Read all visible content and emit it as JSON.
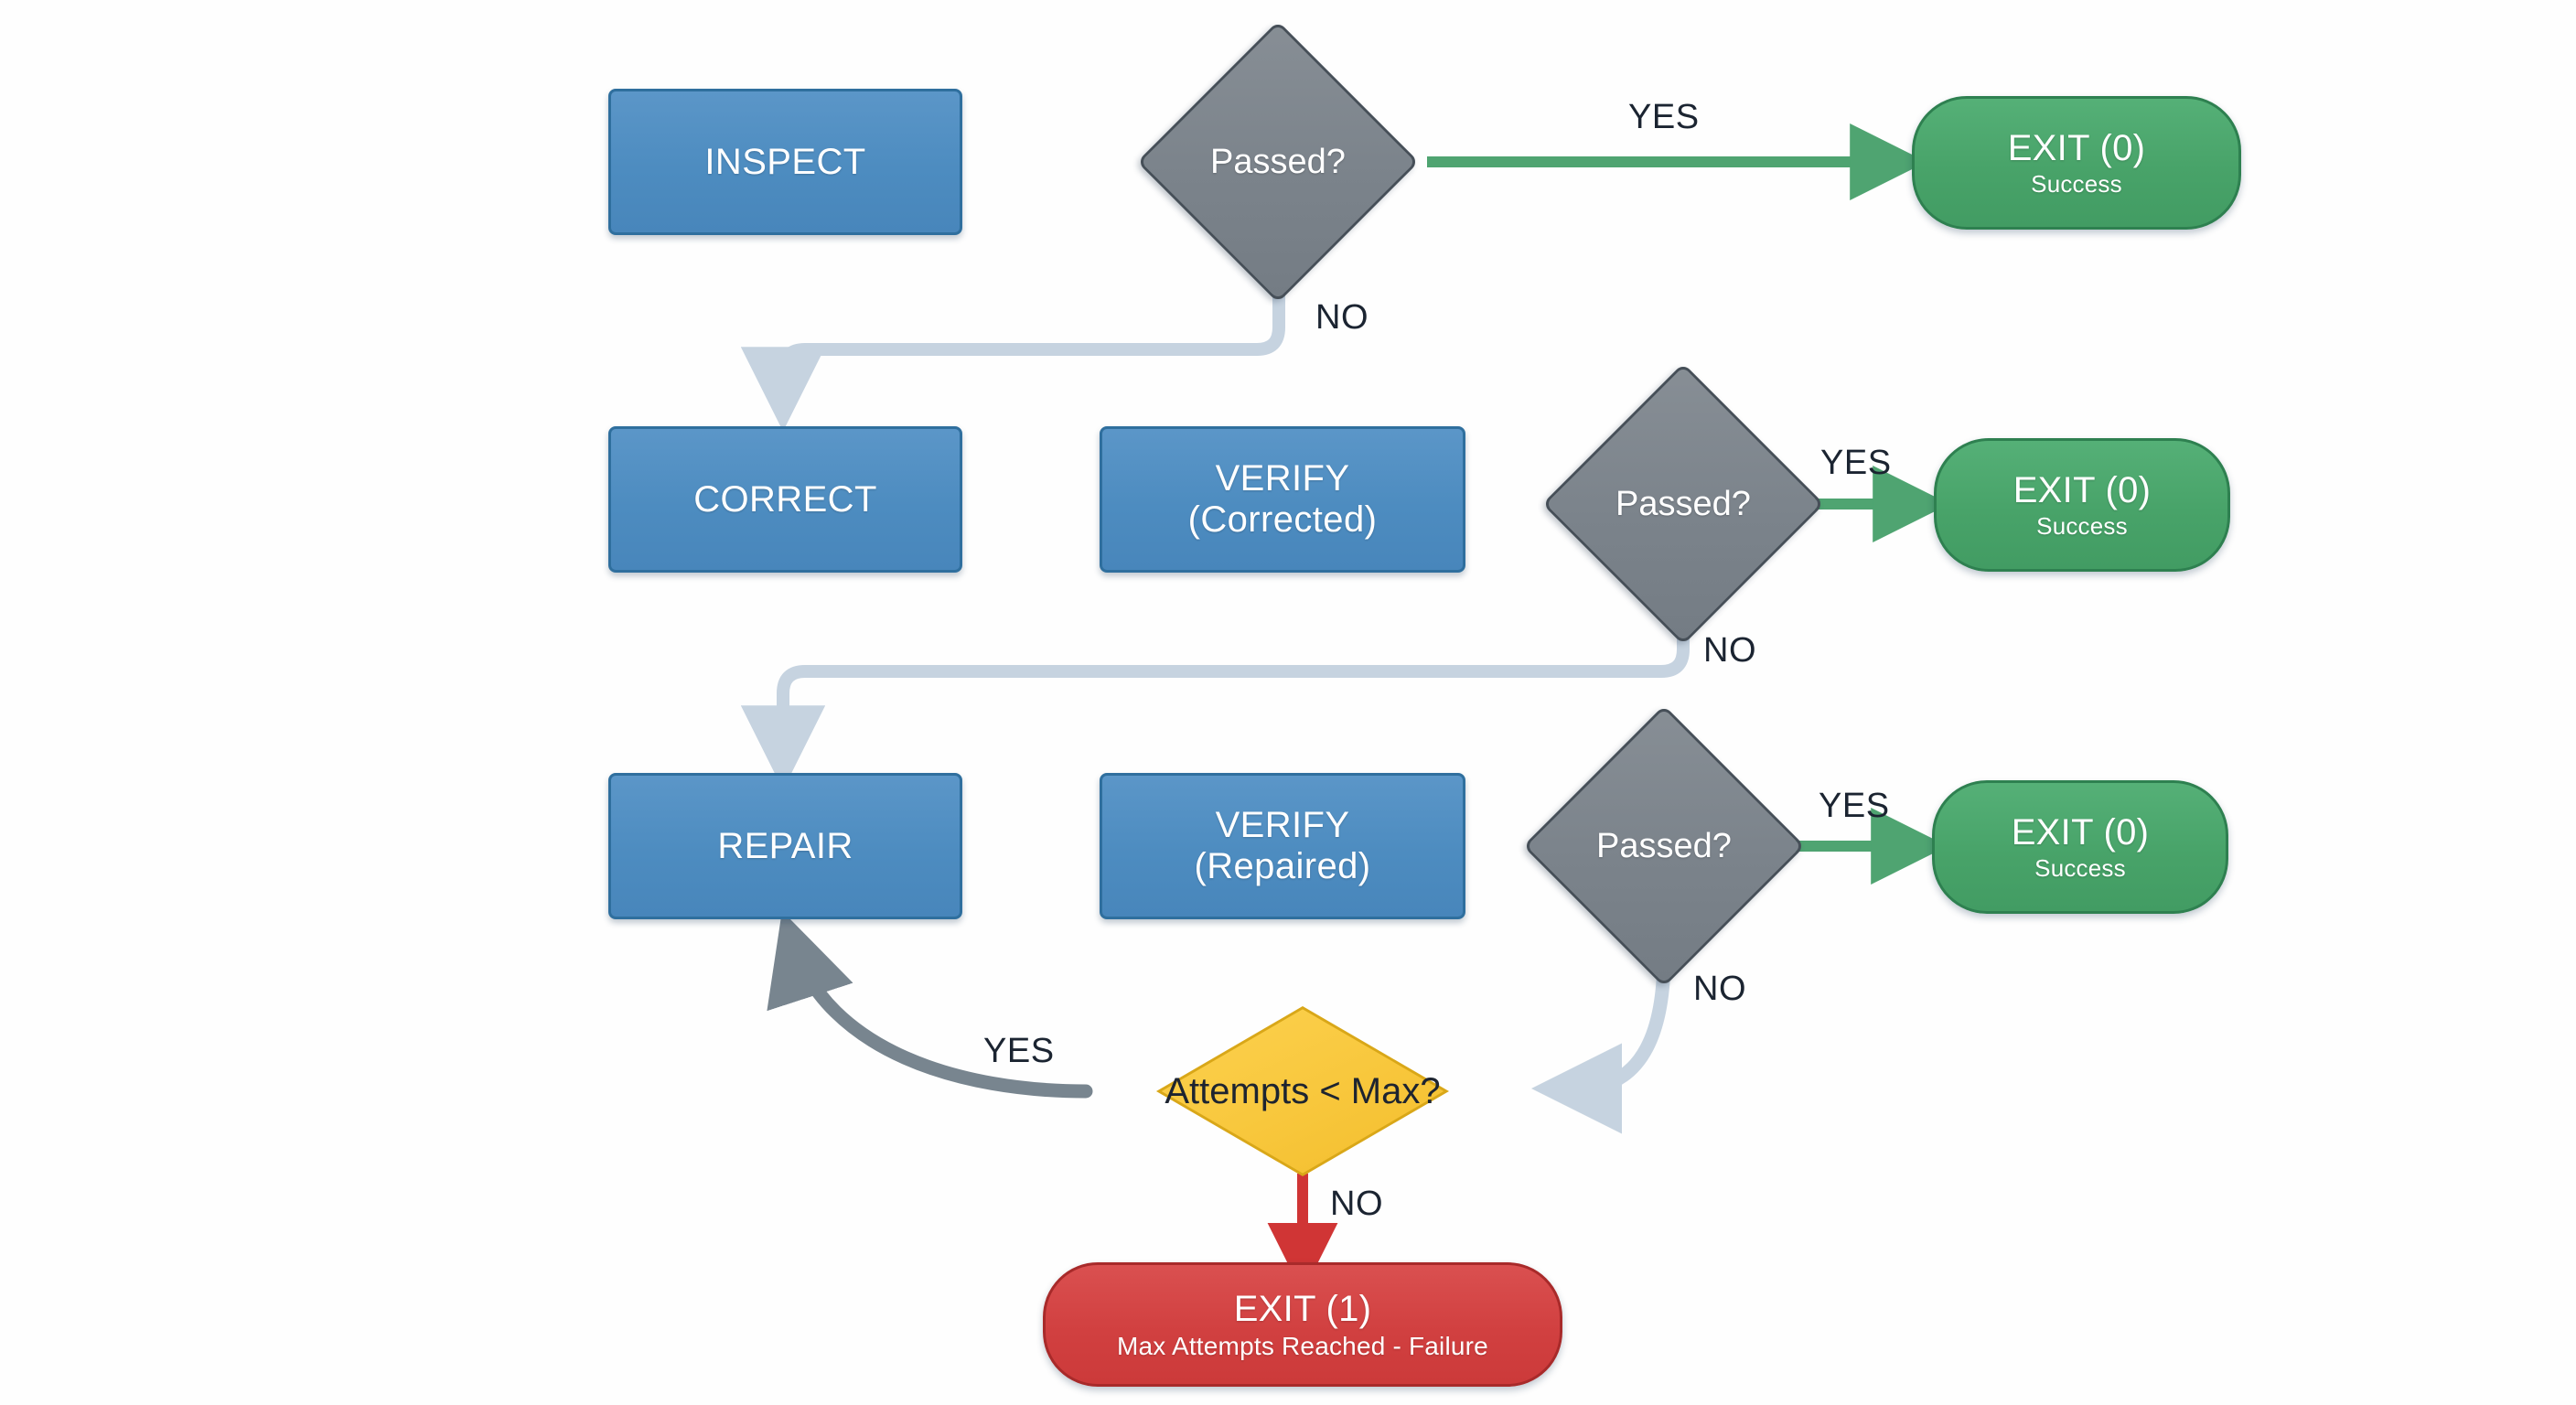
{
  "diagram": {
    "title": "Inspect / Correct / Repair retry flowchart",
    "background": "#fefefe",
    "palette": {
      "process_fill": "#4d8cc0",
      "process_border": "#2f6f9e",
      "decision_fill": "#7b838b",
      "decision_border": "#464f58",
      "retry_decision_fill": "#f8c73c",
      "retry_decision_border": "#d9a718",
      "success_fill": "#48a369",
      "success_border": "#2e8050",
      "failure_fill": "#d14040",
      "failure_border": "#a82a2a",
      "yes_edge_success": "#4fa471",
      "no_edge_soft": "#c6d3e0",
      "retry_edge_gray": "#78858f",
      "fail_edge_red": "#d03535",
      "flow_edge_blue": "#4a86bd",
      "label_text": "#1b2431"
    }
  },
  "nodes": {
    "inspect": {
      "label": "INSPECT",
      "type": "process"
    },
    "decision1": {
      "label": "Passed?",
      "type": "decision"
    },
    "exit_success_1": {
      "label": "EXIT (0)",
      "sublabel": "Success",
      "type": "terminator-success"
    },
    "correct": {
      "label": "CORRECT",
      "type": "process"
    },
    "verify_corrected": {
      "label_line1": "VERIFY",
      "label_line2": "(Corrected)",
      "type": "process"
    },
    "decision2": {
      "label": "Passed?",
      "type": "decision"
    },
    "exit_success_2": {
      "label": "EXIT (0)",
      "sublabel": "Success",
      "type": "terminator-success"
    },
    "repair": {
      "label": "REPAIR",
      "type": "process"
    },
    "verify_repaired": {
      "label_line1": "VERIFY",
      "label_line2": "(Repaired)",
      "type": "process"
    },
    "decision3": {
      "label": "Passed?",
      "type": "decision"
    },
    "exit_success_3": {
      "label": "EXIT (0)",
      "sublabel": "Success",
      "type": "terminator-success"
    },
    "attempts": {
      "label": "Attempts < Max?",
      "type": "decision-retry"
    },
    "exit_failure": {
      "label": "EXIT (1)",
      "sublabel": "Max Attempts Reached - Failure",
      "type": "terminator-failure"
    }
  },
  "edge_labels": {
    "yes1": "YES",
    "no1": "NO",
    "yes2": "YES",
    "no2": "NO",
    "yes3": "YES",
    "no3": "NO",
    "yes_retry": "YES",
    "no_retry": "NO"
  },
  "chart_data": {
    "type": "diagram",
    "title": "Inspect / Correct / Repair retry flowchart",
    "nodes": [
      {
        "id": "inspect",
        "label": "INSPECT",
        "shape": "rect",
        "color": "#4d8cc0"
      },
      {
        "id": "decision1",
        "label": "Passed?",
        "shape": "diamond",
        "color": "#7b838b"
      },
      {
        "id": "exit_success_1",
        "label": "EXIT (0) Success",
        "shape": "stadium",
        "color": "#48a369"
      },
      {
        "id": "correct",
        "label": "CORRECT",
        "shape": "rect",
        "color": "#4d8cc0"
      },
      {
        "id": "verify_corrected",
        "label": "VERIFY (Corrected)",
        "shape": "rect",
        "color": "#4d8cc0"
      },
      {
        "id": "decision2",
        "label": "Passed?",
        "shape": "diamond",
        "color": "#7b838b"
      },
      {
        "id": "exit_success_2",
        "label": "EXIT (0) Success",
        "shape": "stadium",
        "color": "#48a369"
      },
      {
        "id": "repair",
        "label": "REPAIR",
        "shape": "rect",
        "color": "#4d8cc0"
      },
      {
        "id": "verify_repaired",
        "label": "VERIFY (Repaired)",
        "shape": "rect",
        "color": "#4d8cc0"
      },
      {
        "id": "decision3",
        "label": "Passed?",
        "shape": "diamond",
        "color": "#7b838b"
      },
      {
        "id": "exit_success_3",
        "label": "EXIT (0) Success",
        "shape": "stadium",
        "color": "#48a369"
      },
      {
        "id": "attempts",
        "label": "Attempts < Max?",
        "shape": "diamond",
        "color": "#f8c73c"
      },
      {
        "id": "exit_failure",
        "label": "EXIT (1) Max Attempts Reached - Failure",
        "shape": "stadium",
        "color": "#d14040"
      }
    ],
    "edges": [
      {
        "from": "inspect",
        "to": "decision1",
        "label": "",
        "color": "#4a86bd"
      },
      {
        "from": "decision1",
        "to": "exit_success_1",
        "label": "YES",
        "color": "#4fa471"
      },
      {
        "from": "decision1",
        "to": "correct",
        "label": "NO",
        "color": "#c6d3e0"
      },
      {
        "from": "correct",
        "to": "verify_corrected",
        "label": "",
        "color": "#4a86bd"
      },
      {
        "from": "verify_corrected",
        "to": "decision2",
        "label": "",
        "color": "#4a86bd"
      },
      {
        "from": "decision2",
        "to": "exit_success_2",
        "label": "YES",
        "color": "#4fa471"
      },
      {
        "from": "decision2",
        "to": "repair",
        "label": "NO",
        "color": "#c6d3e0"
      },
      {
        "from": "repair",
        "to": "verify_repaired",
        "label": "",
        "color": "#4a86bd"
      },
      {
        "from": "verify_repaired",
        "to": "decision3",
        "label": "",
        "color": "#4a86bd"
      },
      {
        "from": "decision3",
        "to": "exit_success_3",
        "label": "YES",
        "color": "#4fa471"
      },
      {
        "from": "decision3",
        "to": "attempts",
        "label": "NO",
        "color": "#c6d3e0"
      },
      {
        "from": "attempts",
        "to": "repair",
        "label": "YES",
        "color": "#78858f"
      },
      {
        "from": "attempts",
        "to": "exit_failure",
        "label": "NO",
        "color": "#d03535"
      }
    ]
  }
}
